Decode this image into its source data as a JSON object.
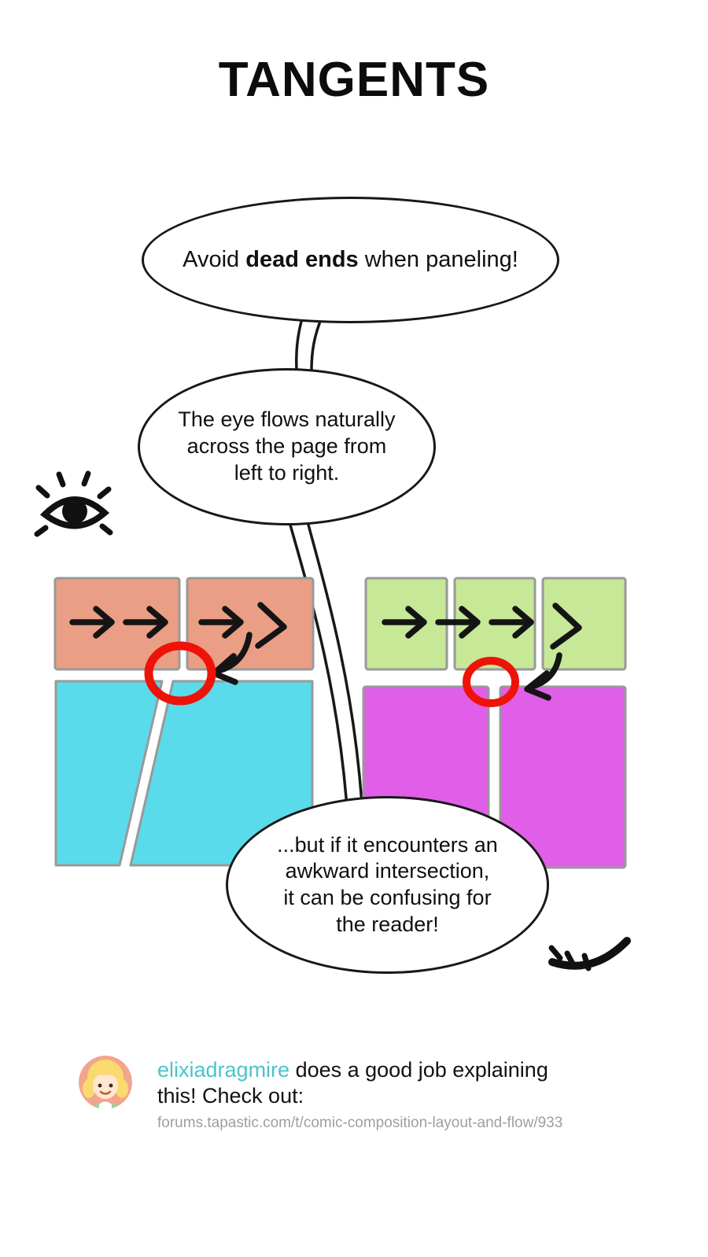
{
  "title": "TANGENTS",
  "bubbles": {
    "b1_prefix": "Avoid ",
    "b1_bold": "dead ends",
    "b1_suffix": " when paneling!",
    "b2": "The eye flows naturally\nacross the page from\nleft to right.",
    "b3": "...but if it encounters an\nawkward intersection,\nit can be confusing for\nthe reader!"
  },
  "footer": {
    "username": "elixiadragmire",
    "rest": " does a good job explaining\nthis! Check out:",
    "url": "forums.tapastic.com/t/comic-composition-layout-and-flow/933"
  },
  "colors": {
    "salmon_panel": "#EA9E85",
    "cyan_panel": "#59DBEB",
    "green_panel": "#C6E897",
    "magenta_panel": "#E15EE8",
    "panel_border": "#999999",
    "red_highlight": "#EE1309",
    "ink": "#141414",
    "username_teal": "#4CC3CC",
    "url_gray": "#9AA0A4"
  },
  "icons": {
    "open_eye": "open-eye-icon",
    "closed_eye": "closed-eye-icon",
    "avatar": "user-avatar"
  }
}
